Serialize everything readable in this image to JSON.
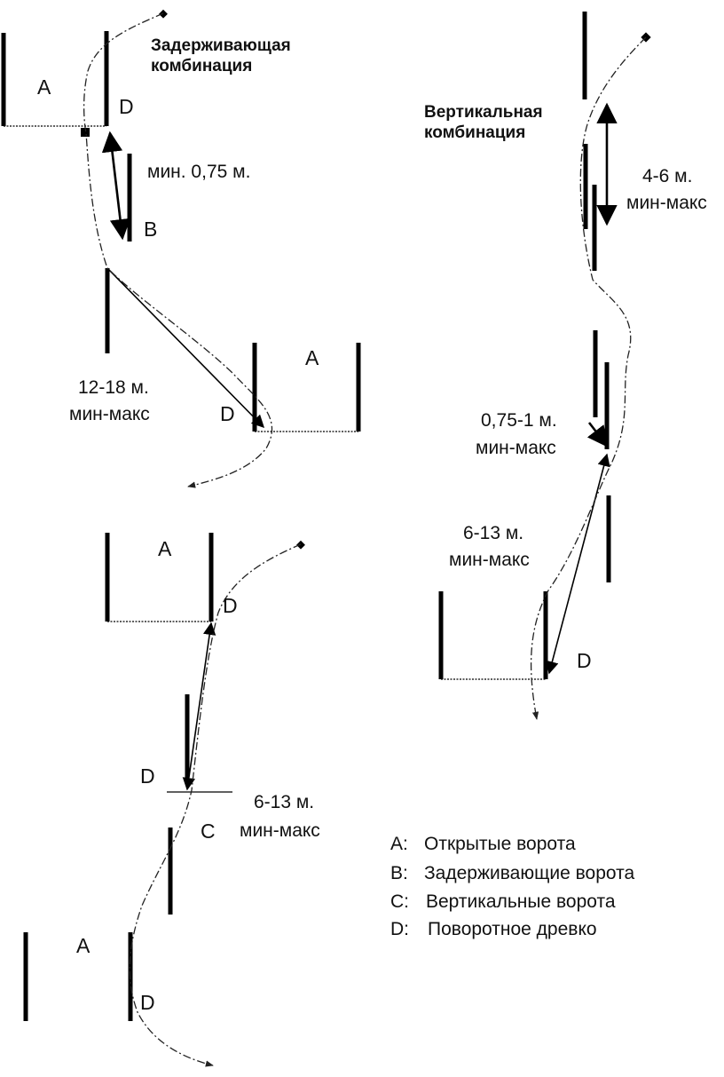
{
  "combo_titles": {
    "delay_line1": "Задерживающая",
    "delay_line2": "комбинация",
    "vertical_line1": "Вертикальная",
    "vertical_line2": "комбинация"
  },
  "gate_letters": {
    "a": "A",
    "b": "B",
    "c": "C",
    "d": "D"
  },
  "measurements": {
    "min_075": "мин. 0,75 м.",
    "range_12_18": "12-18 м.",
    "range_4_6": "4-6 м.",
    "range_075_1": "0,75-1 м.",
    "range_6_13": "6-13 м.",
    "min_max": "мин-макс"
  },
  "legend": [
    {
      "key": "A:",
      "text": "Открытые ворота"
    },
    {
      "key": "B:",
      "text": "Задерживающие ворота"
    },
    {
      "key": "C:",
      "text": "Вертикальные ворота"
    },
    {
      "key": "D:",
      "text": "Поворотное древко"
    }
  ],
  "colors": {
    "ink": "#000000",
    "background": "#ffffff"
  }
}
